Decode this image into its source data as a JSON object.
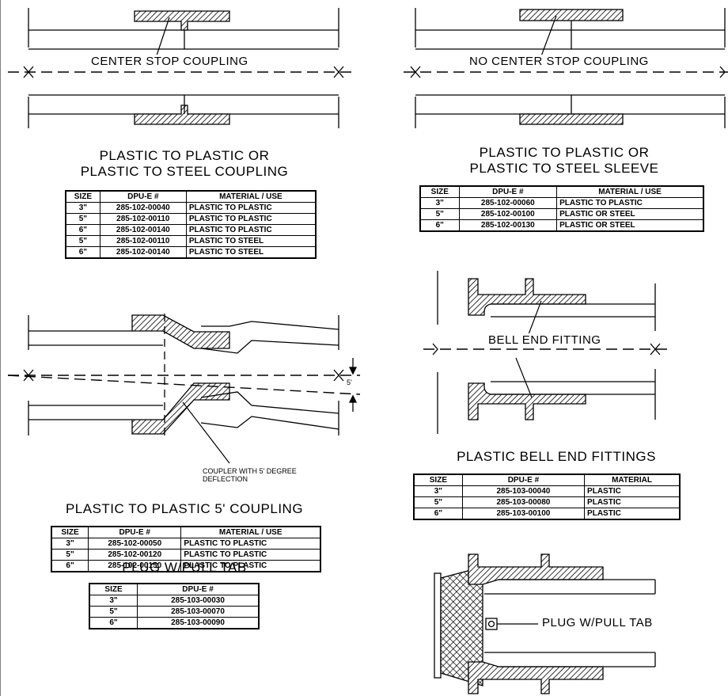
{
  "coupling": {
    "drawing_label": "CENTER STOP COUPLING",
    "title_line1": "PLASTIC TO PLASTIC OR",
    "title_line2": "PLASTIC TO STEEL COUPLING",
    "headers": [
      "SIZE",
      "DPU-E #",
      "MATERIAL / USE"
    ],
    "rows": [
      [
        "3\"",
        "285-102-00040",
        "PLASTIC TO PLASTIC"
      ],
      [
        "5\"",
        "285-102-00110",
        "PLASTIC TO PLASTIC"
      ],
      [
        "6\"",
        "285-102-00140",
        "PLASTIC TO PLASTIC"
      ],
      [
        "5\"",
        "285-102-00110",
        "PLASTIC TO STEEL"
      ],
      [
        "6\"",
        "285-102-00140",
        "PLASTIC TO STEEL"
      ]
    ]
  },
  "sleeve": {
    "drawing_label": "NO CENTER STOP COUPLING",
    "title_line1": "PLASTIC TO PLASTIC OR",
    "title_line2": "PLASTIC TO STEEL SLEEVE",
    "headers": [
      "SIZE",
      "DPU-E #",
      "MATERIAL / USE"
    ],
    "rows": [
      [
        "3\"",
        "285-102-00060",
        "PLASTIC TO PLASTIC"
      ],
      [
        "5\"",
        "285-102-00100",
        "PLASTIC OR STEEL"
      ],
      [
        "6\"",
        "285-102-00130",
        "PLASTIC OR STEEL"
      ]
    ]
  },
  "deflection": {
    "angle_label": "5'",
    "note_line1": "COUPLER WITH 5' DEGREE",
    "note_line2": "DEFLECTION",
    "title": "PLASTIC TO PLASTIC 5' COUPLING",
    "headers": [
      "SIZE",
      "DPU-E #",
      "MATERIAL / USE"
    ],
    "rows": [
      [
        "3\"",
        "285-102-00050",
        "PLASTIC TO PLASTIC"
      ],
      [
        "5\"",
        "285-102-00120",
        "PLASTIC TO PLASTIC"
      ],
      [
        "6\"",
        "285-102-00150",
        "PLASTIC TO PLASTIC"
      ]
    ]
  },
  "bell": {
    "drawing_label": "BELL END FITTING",
    "title": "PLASTIC BELL END FITTINGS",
    "headers": [
      "SIZE",
      "DPU-E #",
      "MATERIAL"
    ],
    "rows": [
      [
        "3\"",
        "285-103-00040",
        "PLASTIC"
      ],
      [
        "5\"",
        "285-103-00080",
        "PLASTIC"
      ],
      [
        "6\"",
        "285-103-00100",
        "PLASTIC"
      ]
    ]
  },
  "plug": {
    "drawing_label": "PLUG W/PULL TAB",
    "title": "PLUG W/PULL TAB",
    "headers": [
      "SIZE",
      "DPU-E #"
    ],
    "rows": [
      [
        "3\"",
        "285-103-00030"
      ],
      [
        "5\"",
        "285-103-00070"
      ],
      [
        "6\"",
        "285-103-00090"
      ]
    ]
  }
}
